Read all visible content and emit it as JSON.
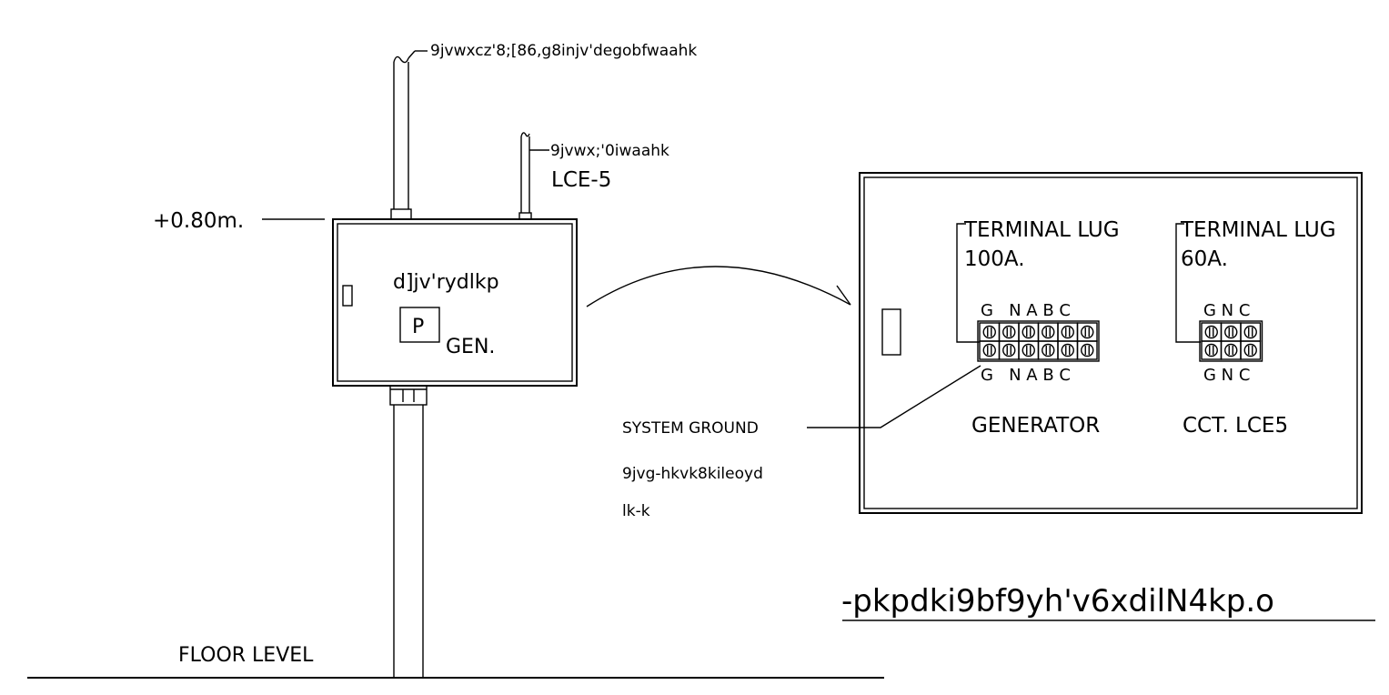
{
  "left_view": {
    "conduit_main_label": "9jvwxcz'8;[86,g8injv'degobfwaahk",
    "conduit_small_label": "9jvwx;'0iwaahk",
    "circuit_label": "LCE-5",
    "elevation_label": "+0.80m.",
    "box_thai_label": "d]jv'rydlkp",
    "plug_letter": "P",
    "gen_label": "GEN.",
    "floor_label": "FLOOR LEVEL"
  },
  "detail_view": {
    "lug1_title": "TERMINAL LUG",
    "lug1_rating": "100A.",
    "lug2_title": "TERMINAL LUG",
    "lug2_rating": "60A.",
    "gen_terminals_top": "G   N A B C",
    "gen_terminals_bottom": "G   N A B C",
    "cct_terminals_top": "G N C",
    "cct_terminals_bottom": "G N C",
    "gen_caption": "GENERATOR",
    "cct_caption": "CCT. LCE5"
  },
  "ground_note": {
    "label": "SYSTEM GROUND",
    "line2": "9jvg-hkvk8kileoyd",
    "line3": "lk-k"
  },
  "drawing_title": "-pkpdki9bf9yh'v6xdilN4kp.o"
}
